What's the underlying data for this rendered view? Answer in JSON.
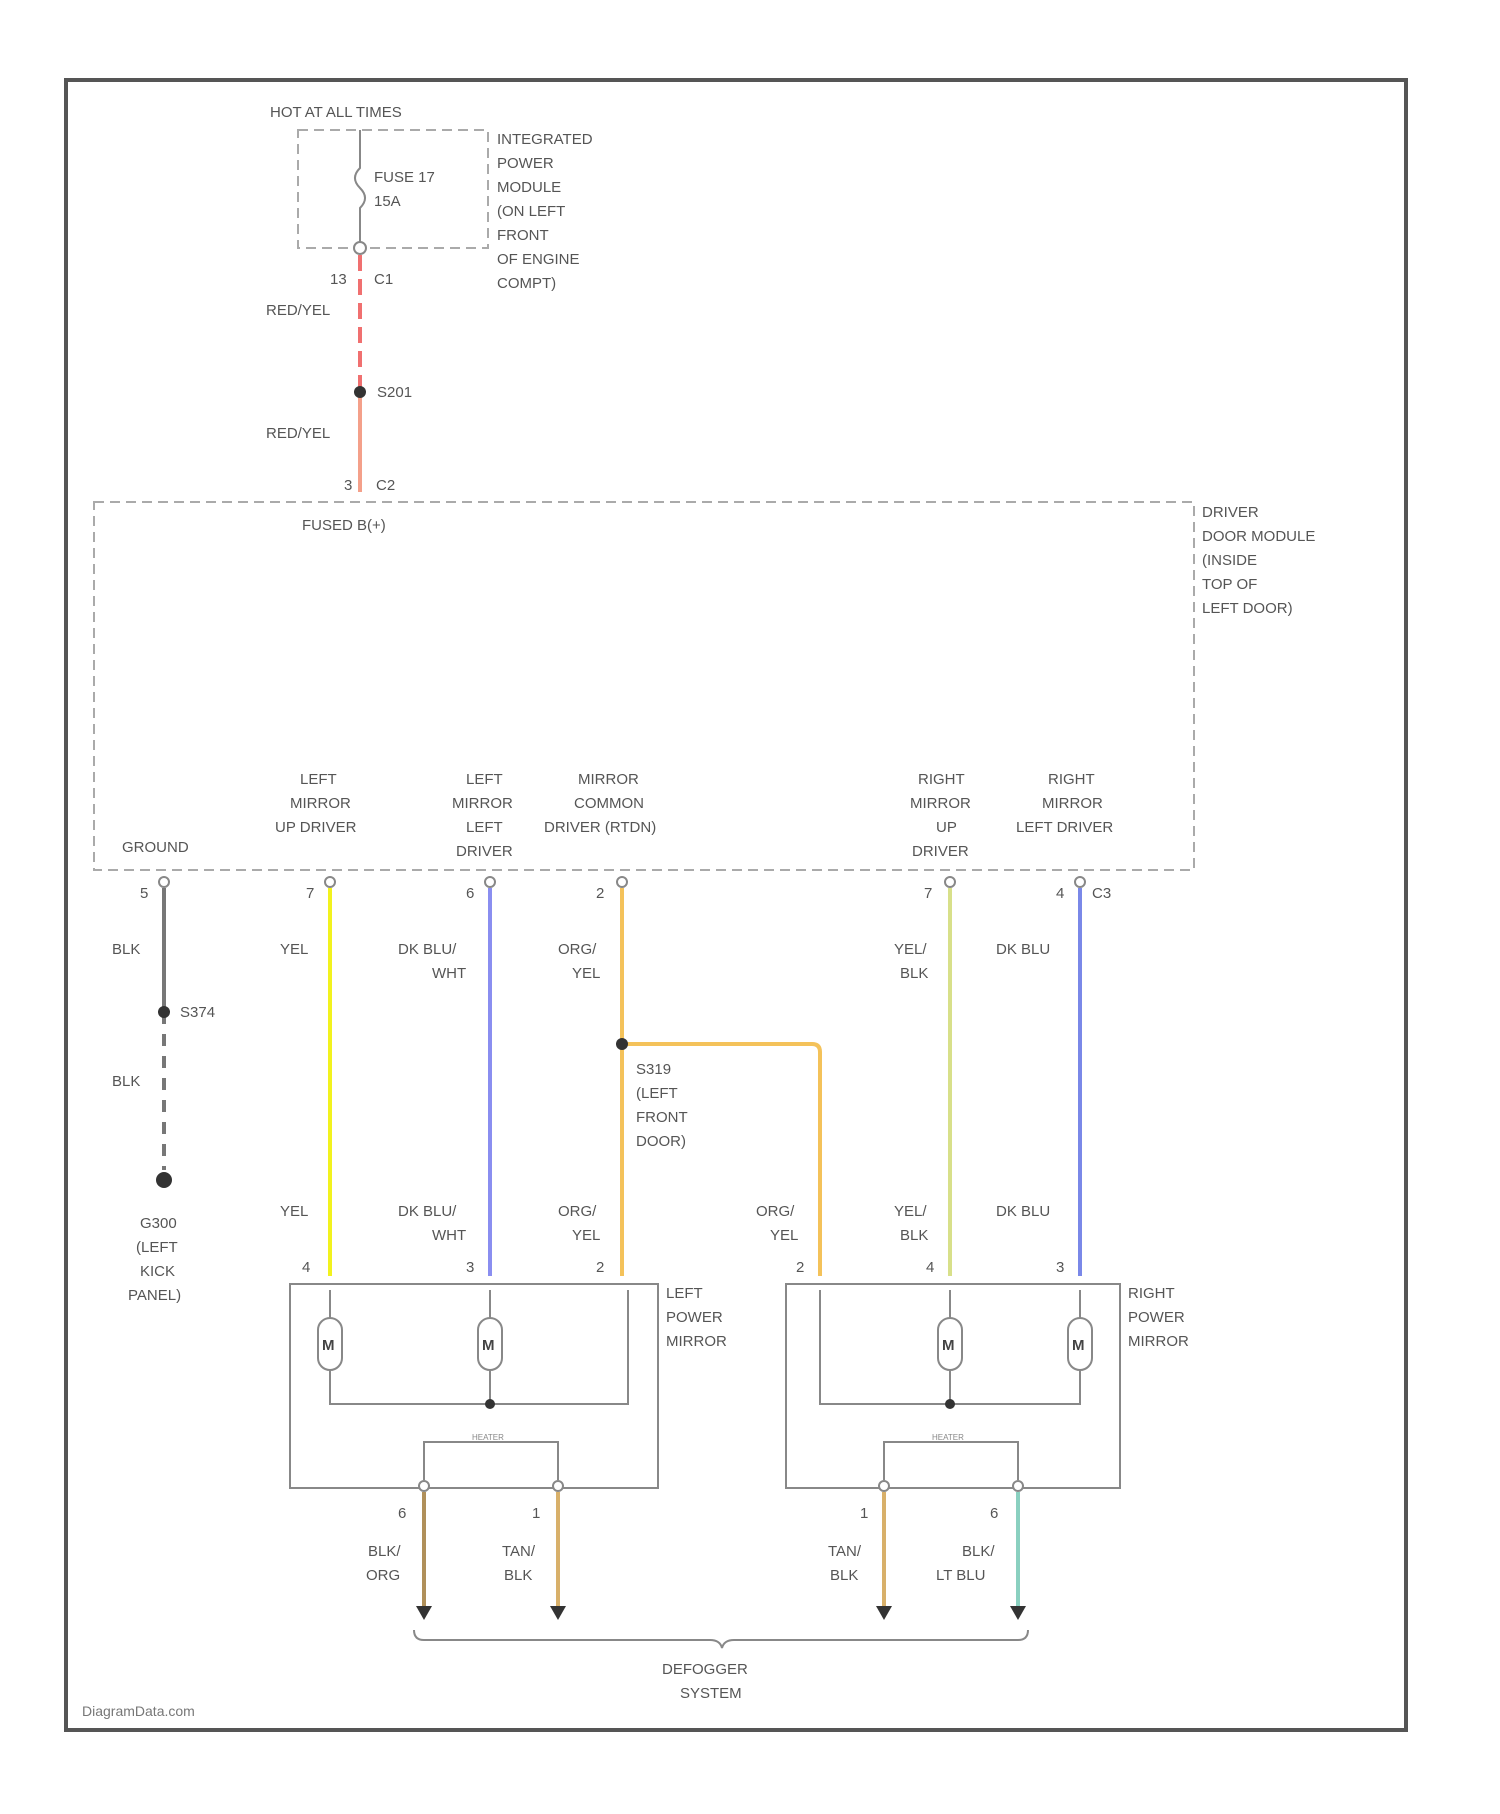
{
  "source_mark": "DiagramData.com",
  "power": {
    "hot_label": "HOT AT ALL TIMES",
    "fuse_label": [
      "FUSE 17",
      "15A"
    ],
    "module_label": [
      "INTEGRATED",
      "POWER",
      "MODULE",
      "(ON LEFT",
      "FRONT",
      "OF ENGINE",
      "COMPT)"
    ],
    "pin_c1": [
      "13",
      "C1"
    ],
    "wire_top": "RED/YEL",
    "splice_label": "S201",
    "wire_bottom": "RED/YEL",
    "pin_c2": [
      "3",
      "C2"
    ]
  },
  "door_module": {
    "name": [
      "DRIVER",
      "DOOR MODULE",
      "(INSIDE",
      "TOP OF",
      "LEFT DOOR)"
    ],
    "fused_label": "FUSED B(+)",
    "pins": [
      {
        "label": [
          "GROUND"
        ],
        "pin": "5"
      },
      {
        "label": [
          "LEFT",
          "MIRROR",
          "UP DRIVER"
        ],
        "pin": "7"
      },
      {
        "label": [
          "LEFT",
          "MIRROR",
          "LEFT",
          "DRIVER"
        ],
        "pin": "6"
      },
      {
        "label": [
          "MIRROR",
          "COMMON",
          "DRIVER (RTDN)"
        ],
        "pin": "2"
      },
      {
        "label": [
          "RIGHT",
          "MIRROR",
          "UP",
          "DRIVER"
        ],
        "pin": "7"
      },
      {
        "label": [
          "RIGHT",
          "MIRROR",
          "LEFT DRIVER"
        ],
        "pin": "4"
      }
    ],
    "connector": "C3"
  },
  "wires": {
    "ground_top": "BLK",
    "ground_splice": "S374",
    "ground_bottom": "BLK",
    "ground_point": [
      "G300",
      "(LEFT",
      "KICK",
      "PANEL)"
    ],
    "left_up": "YEL",
    "left_left": [
      "DK BLU/",
      "WHT"
    ],
    "common": [
      "ORG/",
      "YEL"
    ],
    "common_splice": [
      "S319",
      "(LEFT",
      "FRONT",
      "DOOR)"
    ],
    "right_up": [
      "YEL/",
      "BLK"
    ],
    "right_left": "DK BLU"
  },
  "lower_labels": {
    "left_up": "YEL",
    "left_left": [
      "DK BLU/",
      "WHT"
    ],
    "left_common": [
      "ORG/",
      "YEL"
    ],
    "right_common": [
      "ORG/",
      "YEL"
    ],
    "right_up": [
      "YEL/",
      "BLK"
    ],
    "right_left": "DK BLU"
  },
  "left_mirror": {
    "name": [
      "LEFT",
      "POWER",
      "MIRROR"
    ],
    "pins": [
      "4",
      "3",
      "2"
    ],
    "motors": [
      "M",
      "M"
    ],
    "heater": "HEATER",
    "heater_pins": [
      "6",
      "1"
    ],
    "out_wires": [
      [
        "BLK/",
        "ORG"
      ],
      [
        "TAN/",
        "BLK"
      ]
    ]
  },
  "right_mirror": {
    "name": [
      "RIGHT",
      "POWER",
      "MIRROR"
    ],
    "pins": [
      "2",
      "4",
      "3"
    ],
    "motors": [
      "M",
      "M"
    ],
    "heater": "HEATER",
    "heater_pins": [
      "1",
      "6"
    ],
    "out_wires": [
      [
        "TAN/",
        "BLK"
      ],
      [
        "BLK/",
        "LT BLU"
      ]
    ]
  },
  "defogger": [
    "DEFOGGER",
    "SYSTEM"
  ],
  "colors": {
    "red_yel": "#f07070",
    "red_yel_light": "#f4a08a",
    "yel": "#f2f21e",
    "dk_blu": "#8a8ef0",
    "org_yel": "#f4c25a",
    "yel_blk": "#d8e08a",
    "dk_blu_right": "#7a88e8",
    "blk": "#777777",
    "tan_blk": "#d8b06a",
    "blk_org": "#b0905a",
    "blk_ltblu": "#8ad0c0"
  }
}
